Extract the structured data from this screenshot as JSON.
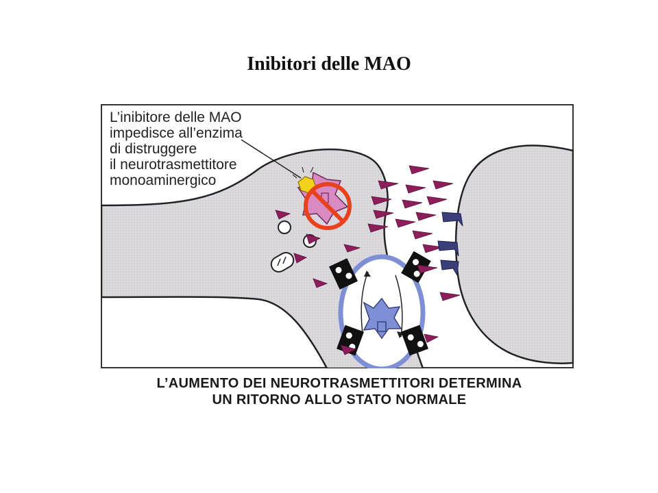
{
  "slide": {
    "title": "Inibitori delle MAO"
  },
  "diagram": {
    "callout_lines": [
      "L’inibitore delle MAO",
      "impedisce all’enzima",
      "di distruggere",
      "il neurotrasmettitore",
      "monoaminergico"
    ],
    "caption_lines": [
      "L’AUMENTO DEI NEUROTRASMETTITORI DETERMINA",
      "UN RITORNO ALLO STATO NORMALE"
    ],
    "colors": {
      "neuron_fill": "#dcd9de",
      "neurotransmitter": "#8c1f5a",
      "receptor": "#3a3f7a",
      "inhibitor_symbol": "#e8411c",
      "enzyme": "#d98ac2",
      "inhibitor_molecule": "#f2d21a",
      "vesicle_ring": "#7f8fd6"
    },
    "symbols": [
      "no-entry-icon",
      "mao-enzyme-icon",
      "transporter-icon",
      "synaptic-vesicle-icon",
      "receptor-icon"
    ]
  }
}
